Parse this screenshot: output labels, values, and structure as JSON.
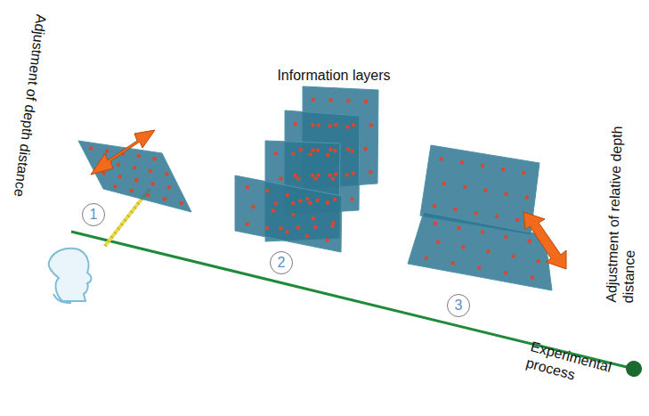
{
  "diagram": {
    "nodes": [
      {
        "text": [
          "1"
        ]
      },
      {
        "text": [
          "2"
        ]
      },
      {
        "text": [
          "3"
        ]
      }
    ],
    "labels": [
      "Adjustment of depth distance",
      "Information layers",
      "Adjustment of relative depth distance",
      "Experimental process"
    ]
  }
}
